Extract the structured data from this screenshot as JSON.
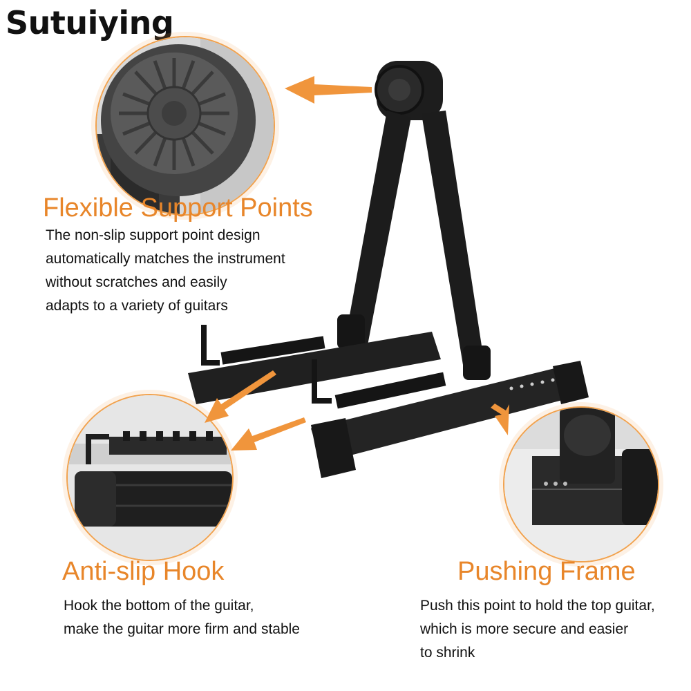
{
  "brand": "Sutuiying",
  "features": [
    {
      "title": "Flexible Support Points",
      "lines": [
        "The non-slip support point design",
        "automatically matches the instrument",
        "without scratches and easily",
        "adapts to a variety of guitars"
      ]
    },
    {
      "title": "Anti-slip Hook",
      "lines": [
        "Hook the bottom of the guitar,",
        "make the guitar more firm and stable"
      ]
    },
    {
      "title": "Pushing Frame",
      "lines": [
        "Push this point to hold the top guitar,",
        "which is more secure and easier",
        "to shrink"
      ]
    }
  ],
  "colors": {
    "accent": "#e8862a",
    "text": "#111111",
    "product": "#1a1a1a"
  }
}
